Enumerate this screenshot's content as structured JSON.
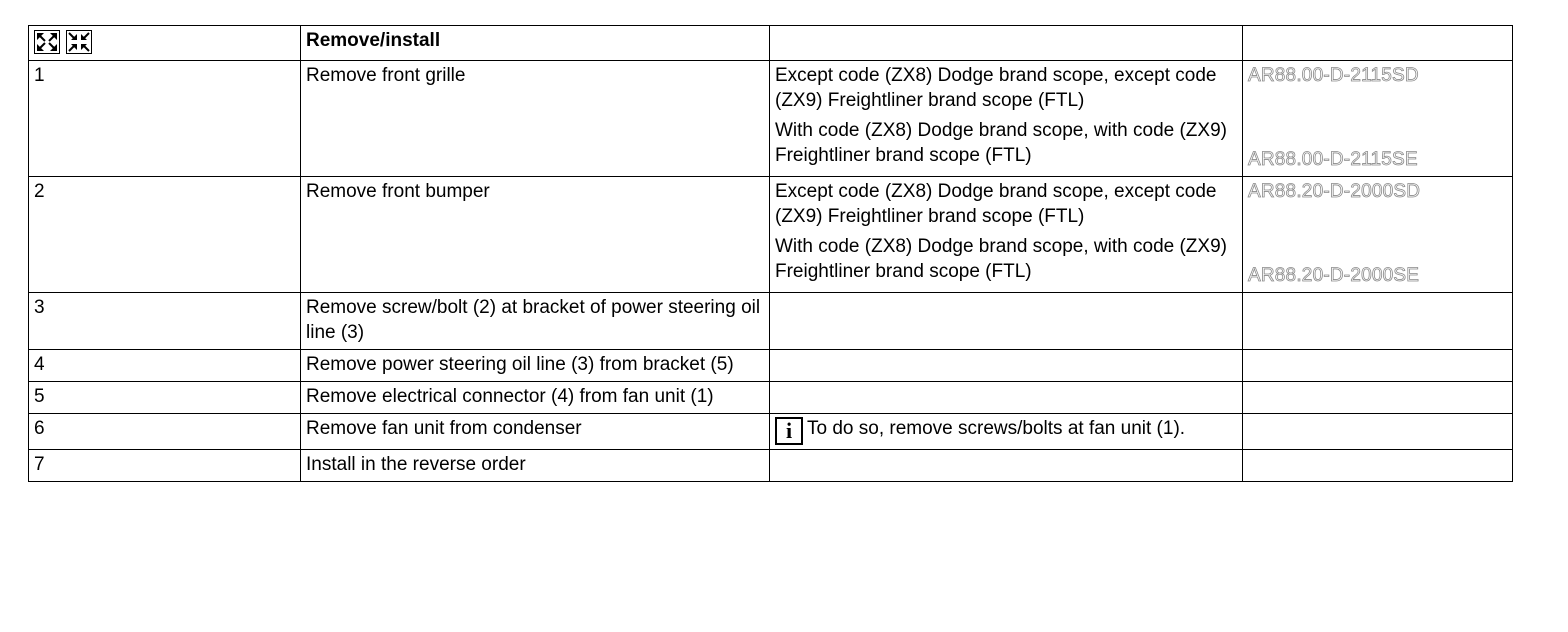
{
  "header": {
    "icons": [
      "expand-icon",
      "collapse-icon"
    ],
    "title": "Remove/install"
  },
  "steps": [
    {
      "num": "1",
      "action": "Remove front grille",
      "notes": [
        {
          "text": "Except code (ZX8) Dodge brand scope, except code (ZX9) Freightliner brand scope (FTL)",
          "ref": "AR88.00-D-2115SD"
        },
        {
          "text": "With code (ZX8) Dodge brand scope, with code (ZX9) Freightliner brand scope (FTL)",
          "ref": "AR88.00-D-2115SE"
        }
      ]
    },
    {
      "num": "2",
      "action": "Remove front bumper",
      "notes": [
        {
          "text": "Except code (ZX8) Dodge brand scope, except code (ZX9) Freightliner brand scope (FTL)",
          "ref": "AR88.20-D-2000SD"
        },
        {
          "text": "With code (ZX8) Dodge brand scope, with code (ZX9) Freightliner brand scope (FTL)",
          "ref": "AR88.20-D-2000SE"
        }
      ]
    },
    {
      "num": "3",
      "action": "Remove screw/bolt (2) at bracket of power steering oil line (3)"
    },
    {
      "num": "4",
      "action": "Remove power steering oil line (3) from bracket (5)"
    },
    {
      "num": "5",
      "action": "Remove electrical connector (4) from fan unit (1)"
    },
    {
      "num": "6",
      "action": "Remove fan unit from condenser",
      "info_icon": "i",
      "info": "To do so, remove screws/bolts at fan unit (1)."
    },
    {
      "num": "7",
      "action": "Install in the reverse order"
    }
  ]
}
